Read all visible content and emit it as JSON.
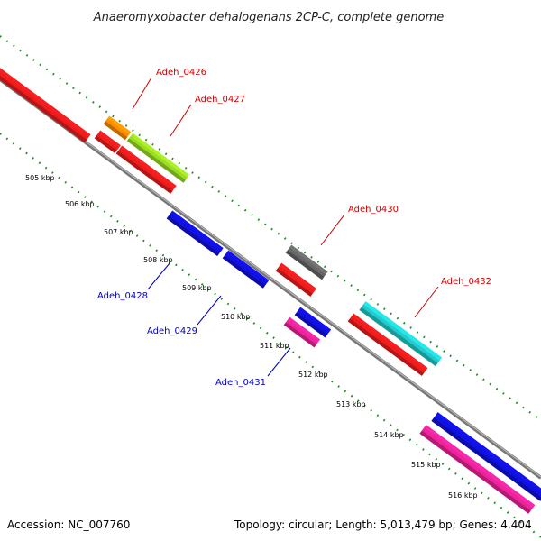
{
  "title": "Anaeromyxobacter dehalogenans 2CP-C, complete genome",
  "footer": {
    "accession": "Accession: NC_007760",
    "summary": "Topology: circular; Length: 5,013,479 bp; Genes: 4,404"
  },
  "colors": {
    "backbone": "#8a8a8a",
    "tick_green": "#1e8c1e",
    "forward_label": "#cc0000",
    "reverse_label": "#0000bb"
  },
  "kbp_labels": [
    "505 kbp",
    "506 kbp",
    "507 kbp",
    "508 kbp",
    "509 kbp",
    "510 kbp",
    "511 kbp",
    "512 kbp",
    "513 kbp",
    "514 kbp",
    "515 kbp",
    "516 kbp"
  ],
  "gene_labels": [
    {
      "text": "Adeh_0426",
      "strand": "forward"
    },
    {
      "text": "Adeh_0427",
      "strand": "forward"
    },
    {
      "text": "Adeh_0428",
      "strand": "reverse"
    },
    {
      "text": "Adeh_0429",
      "strand": "reverse"
    },
    {
      "text": "Adeh_0430",
      "strand": "forward"
    },
    {
      "text": "Adeh_0431",
      "strand": "reverse"
    },
    {
      "text": "Adeh_0432",
      "strand": "forward"
    }
  ],
  "features": [
    {
      "name": "feature-red-1",
      "color": "#ee1c1c"
    },
    {
      "name": "feature-orange",
      "color": "#ff8c00"
    },
    {
      "name": "feature-lime",
      "color": "#99dd22"
    },
    {
      "name": "feature-red-2",
      "color": "#ee1c1c"
    },
    {
      "name": "feature-red-3",
      "color": "#ee1c1c"
    },
    {
      "name": "feature-blue-1",
      "color": "#1010e0"
    },
    {
      "name": "feature-blue-2",
      "color": "#1010e0"
    },
    {
      "name": "feature-gray",
      "color": "#666666"
    },
    {
      "name": "feature-red-4",
      "color": "#ee1c1c"
    },
    {
      "name": "feature-cyan",
      "color": "#22cccc"
    },
    {
      "name": "feature-red-5",
      "color": "#ee1c1c"
    },
    {
      "name": "feature-blue-3",
      "color": "#1010e0"
    },
    {
      "name": "feature-magenta-1",
      "color": "#ee2299"
    },
    {
      "name": "feature-blue-4",
      "color": "#1010e0"
    },
    {
      "name": "feature-magenta-2",
      "color": "#ee2299"
    }
  ]
}
